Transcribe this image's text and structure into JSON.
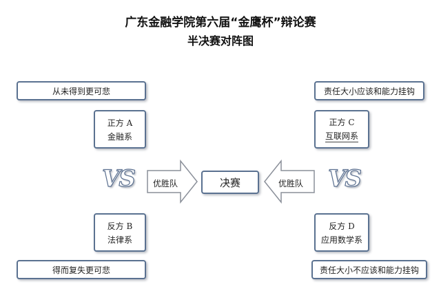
{
  "title": {
    "line1": "广东金融学院第六届“金鹰杯”辩论赛",
    "line2": "半决赛对阵图"
  },
  "left": {
    "top_motion": "从未得到更可悲",
    "team_a": {
      "side": "正方 A",
      "dept": "金融系"
    },
    "team_b": {
      "side": "反方 B",
      "dept": "法律系"
    },
    "bottom_motion": "得而复失更可悲",
    "vs": "VS",
    "winner_label": "优胜队"
  },
  "right": {
    "top_motion": "责任大小应该和能力挂钩",
    "team_c": {
      "side": "正方 C",
      "dept": "互联网系"
    },
    "team_d": {
      "side": "反方 D",
      "dept": "应用数学系"
    },
    "bottom_motion": "责任大小不应该和能力挂钩",
    "vs": "VS",
    "winner_label": "优胜队"
  },
  "final": {
    "label": "决赛"
  },
  "colors": {
    "border": "#5a7190",
    "arrow_fill": "#ffffff",
    "arrow_stroke": "#8a8f99"
  }
}
